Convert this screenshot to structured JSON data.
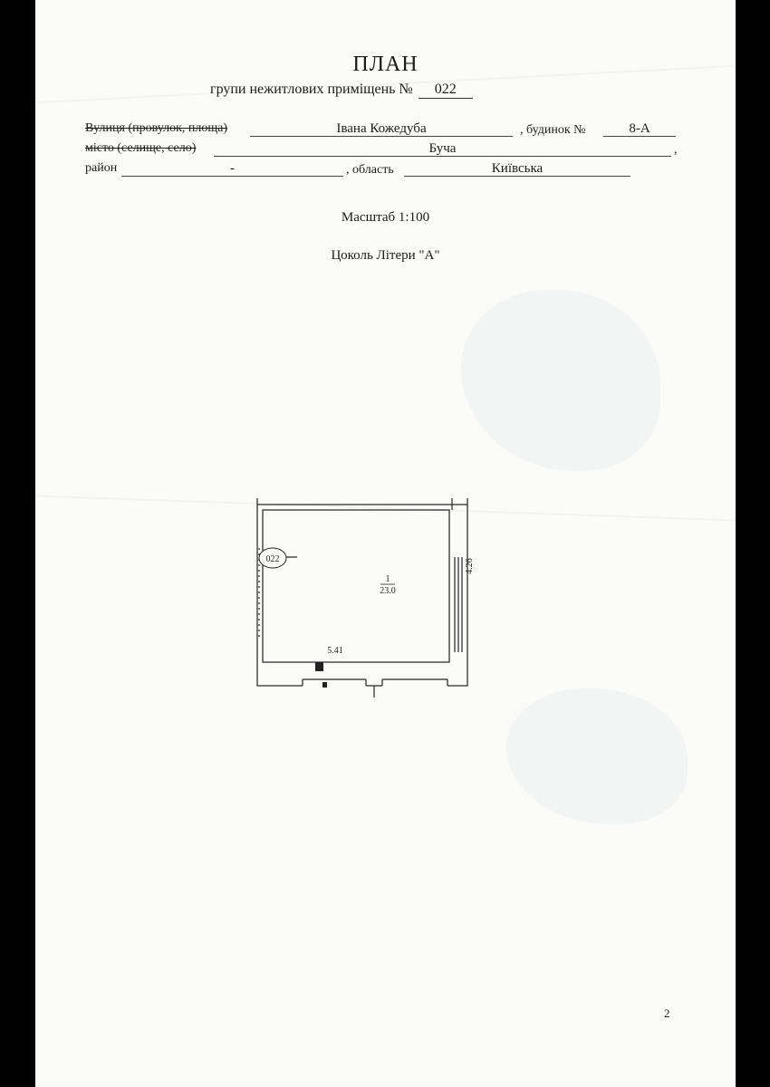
{
  "header": {
    "title": "ПЛАН",
    "subtitle_prefix": "групи нежитлових приміщень №",
    "subtitle_number": "022"
  },
  "address": {
    "street_label": "Вулиця (провулок, площа)",
    "street_value": "Івана Кожедуба",
    "house_label": ", будинок №",
    "house_value": "8-А",
    "city_label": "місто (селище, село)",
    "city_value": "Буча",
    "city_end": ",",
    "district_label": "район",
    "district_value": "-",
    "region_label": ", область",
    "region_value": "Київська"
  },
  "scale": "Масштаб 1:100",
  "floor": "Цоколь Літери \"А\"",
  "plan": {
    "group_marker": "022",
    "room_number": "1",
    "room_area": "23.0",
    "width": "5.41",
    "depth": "4.26"
  },
  "page_number": "2"
}
